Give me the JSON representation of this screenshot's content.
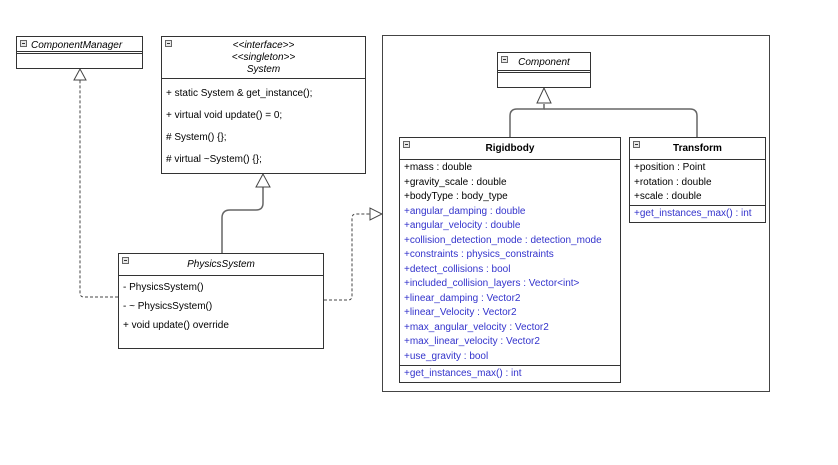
{
  "diagram": {
    "type": "UML class diagram",
    "classes": {
      "component_manager": {
        "name": "ComponentManager",
        "italic": true,
        "attributes": [],
        "methods": []
      },
      "system": {
        "stereotypes": [
          "<<interface>>",
          "<<singleton>>"
        ],
        "name": "System",
        "methods": [
          "+ static System & get_instance();",
          "+ virtual void update() = 0;",
          "# System() {};",
          "# virtual ~System() {};"
        ]
      },
      "physics_system": {
        "name": "PhysicsSystem",
        "methods": [
          "- PhysicsSystem()",
          "- ~ PhysicsSystem()",
          "+ void update() override"
        ]
      },
      "component": {
        "name": "Component",
        "italic": true
      },
      "rigidbody": {
        "name": "Rigidbody",
        "attributes": [
          "+mass : double",
          "+gravity_scale : double",
          "+bodyType : body_type",
          "+angular_damping : double",
          "+angular_velocity : double",
          "+collision_detection_mode : detection_mode",
          "+constraints : physics_constraints",
          "+detect_collisions : bool",
          "+included_collision_layers : Vector<int>",
          "+linear_damping : Vector2",
          "+linear_Velocity : Vector2",
          "+max_angular_velocity : Vector2",
          "+max_linear_velocity : Vector2",
          "+use_gravity : bool"
        ],
        "blue_from_index": 3,
        "methods": [
          "+get_instances_max() : int"
        ]
      },
      "transform": {
        "name": "Transform",
        "attributes": [
          "+position : Point",
          "+rotation : double",
          "+scale : double"
        ],
        "methods": [
          "+get_instances_max() : int"
        ]
      }
    },
    "relations": [
      {
        "from": "PhysicsSystem",
        "to": "System",
        "kind": "generalization"
      },
      {
        "from": "PhysicsSystem",
        "to": "ComponentManager",
        "kind": "realization"
      },
      {
        "from": "PhysicsSystem",
        "to": "Component package",
        "kind": "realization"
      },
      {
        "from": "Rigidbody",
        "to": "Component",
        "kind": "generalization"
      },
      {
        "from": "Transform",
        "to": "Component",
        "kind": "generalization"
      }
    ],
    "colors": {
      "border": "#333333",
      "highlight_text": "#3333cc",
      "connector": "#666666"
    }
  }
}
